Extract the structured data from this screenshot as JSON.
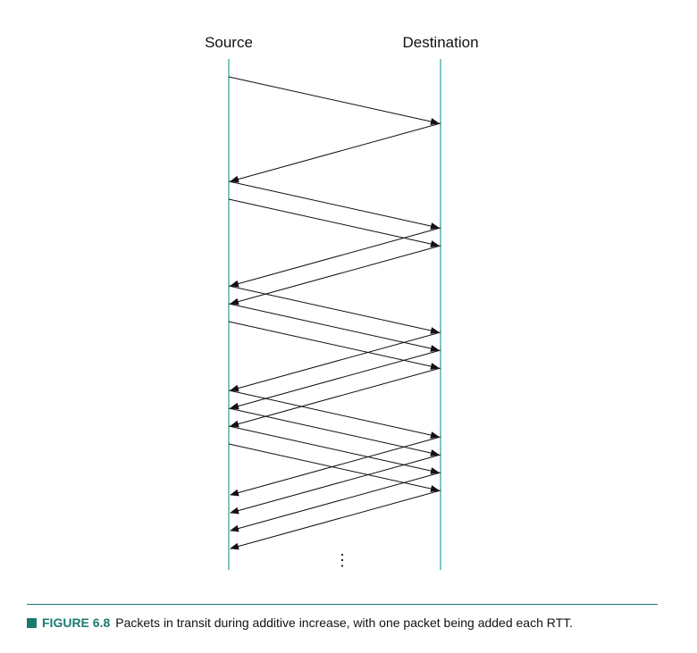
{
  "lanes": {
    "source": "Source",
    "destination": "Destination",
    "color": "#7fc7bf"
  },
  "continuation": "⋮",
  "caption": {
    "figure_label": "FIGURE 6.8",
    "text": "Packets in transit during additive increase, with one packet being added each RTT."
  },
  "accent_color": "#1a7a6e",
  "rounds": [
    {
      "packets": 1
    },
    {
      "packets": 2
    },
    {
      "packets": 3
    },
    {
      "packets": 4
    }
  ]
}
